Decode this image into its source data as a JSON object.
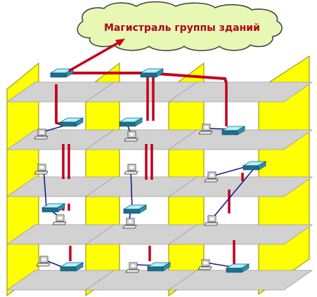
{
  "diagram": {
    "cloud_label": "Магистраль группы зданий",
    "colors": {
      "wall": "#ffff00",
      "wall_edge": "#8a8a00",
      "floor": "#d2d2d2",
      "floor_edge": "#9c9c9c",
      "cable": "#c0001a",
      "cloud_fill": "#e6f8b4",
      "cloud_edge": "#444444",
      "cloud_text": "#b00018",
      "switch_top": "#8fe6f4",
      "switch_side": "#1e6f8c",
      "link": "#1a1a8c"
    },
    "buildings": 3,
    "floors_per_building": 5
  }
}
